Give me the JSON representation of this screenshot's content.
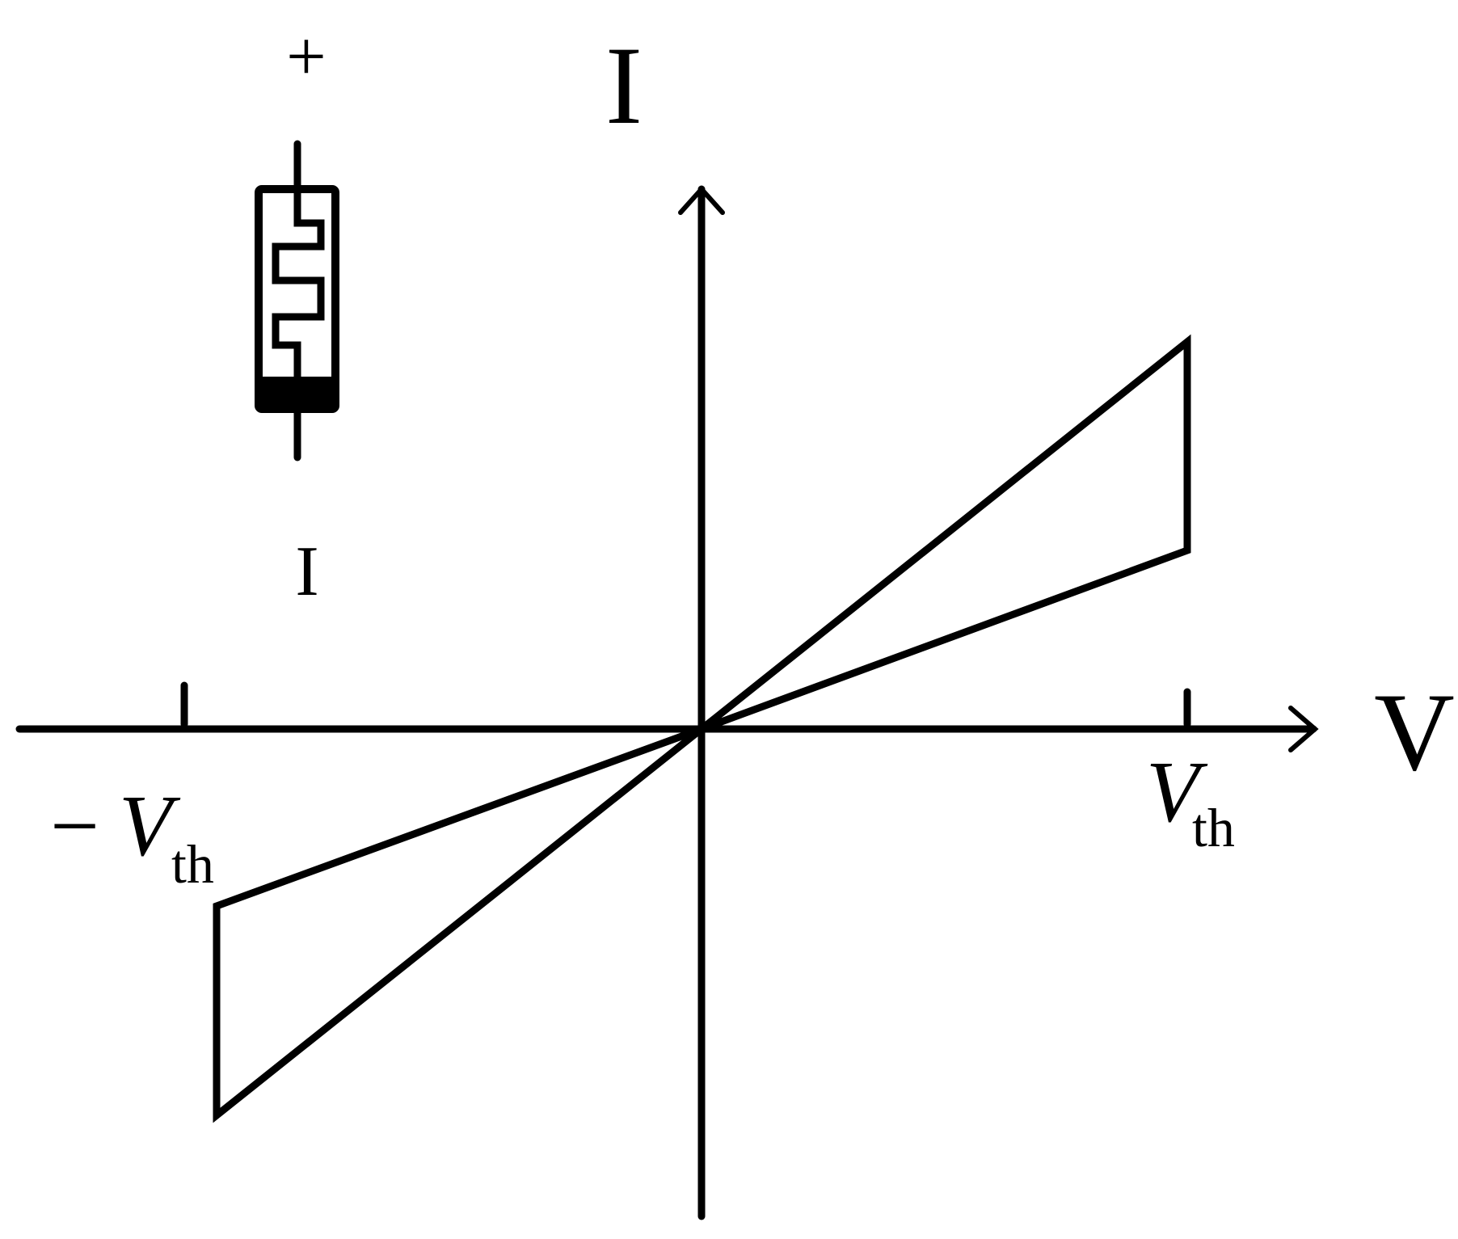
{
  "axes": {
    "y_label": "I",
    "x_label": "V"
  },
  "ticks": {
    "positive": {
      "sign": "",
      "symbol": "V",
      "subscript": "th"
    },
    "negative": {
      "sign": "−",
      "symbol": "V",
      "subscript": "th"
    }
  },
  "memristor_symbol": {
    "top_polarity": "+",
    "bottom_polarity": "I"
  },
  "colors": {
    "stroke": "#000000",
    "background": "#ffffff"
  }
}
